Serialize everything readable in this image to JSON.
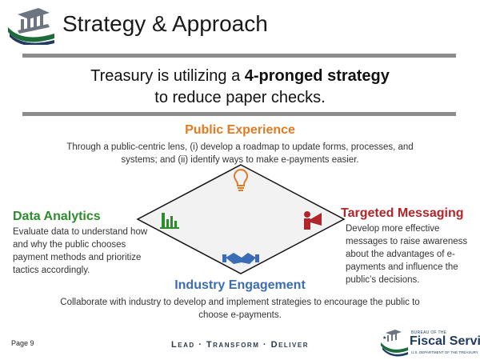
{
  "slide": {
    "title": "Strategy & Approach",
    "headline": {
      "prefix": "Treasury is utilizing a ",
      "bold": "4-pronged strategy",
      "line2": "to reduce paper checks."
    },
    "prongs": {
      "public_experience": {
        "title": "Public Experience",
        "description": "Through a public-centric lens, (i) develop a roadmap to update forms, processes, and systems; and (ii) identify ways to make e-payments easier.",
        "icon": "lightbulb-icon",
        "color": "#e07b24"
      },
      "data_analytics": {
        "title": "Data Analytics",
        "description": "Evaluate data to understand how and why the public chooses payment methods and prioritize tactics accordingly.",
        "icon": "bar-chart-icon",
        "color": "#2e8b2e"
      },
      "targeted_messaging": {
        "title": "Targeted Messaging",
        "description": "Develop more effective messages to raise awareness about the advantages of e-payments and influence the public’s decisions.",
        "icon": "megaphone-icon",
        "color": "#b2262b"
      },
      "industry_engagement": {
        "title": "Industry Engagement",
        "description": "Collaborate with industry to develop and implement strategies to encourage the public to choose e-payments.",
        "icon": "handshake-icon",
        "color": "#3a6db5"
      }
    }
  },
  "footer": {
    "page": "Page 9",
    "tagline": "Lead · Transform · Deliver",
    "logo_top": "BUREAU OF THE",
    "logo_name": "Fiscal Service",
    "logo_sub": "U.S. DEPARTMENT OF THE TREASURY"
  }
}
